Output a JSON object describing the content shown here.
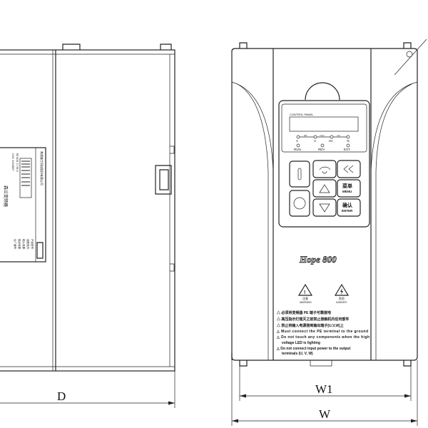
{
  "side_view": {
    "dimension_label": "D",
    "nameplate": {
      "title": "森兰变频器",
      "company": "希望森兰科技股份有限公司",
      "lines": [
        "产品型号:",
        "适配电机:",
        "输入电源:",
        "输出电源:",
        "出厂编号:"
      ],
      "model": "BT40S 3.7/5.5",
      "serial": "CIN: 1234567"
    }
  },
  "front_view": {
    "panel": {
      "title": "CONTROL PANEL",
      "indicators_top": [
        "A",
        "V",
        "Hz",
        "%"
      ],
      "indicator_links": [
        "kW",
        "r/min",
        "m/s"
      ],
      "indicators_bottom": [
        "RUN",
        "REV",
        "EXT"
      ],
      "keys": {
        "menu_cn": "菜单",
        "menu_en": "MENU",
        "enter_cn": "确认",
        "enter_en": "ENTER"
      }
    },
    "brand": "Hope 800",
    "warning": {
      "cn": "注意",
      "en": "WARNING"
    },
    "danger": {
      "cn": "危险",
      "en": "DANGER"
    },
    "notices": [
      "必须将变频器 PE 端子可靠接地",
      "高压指示灯熄灭之前禁止接触机内任何部件",
      "禁止将输入电源接到输出端子[U,V,W]上",
      "Must connect the PE terminal to the ground",
      "Do not touch any components when the high",
      "voltage LED is lighting",
      "Do not connect input power to the output",
      "terminals (U, V, W)"
    ],
    "dimension_w1": "W1",
    "dimension_w": "W"
  }
}
